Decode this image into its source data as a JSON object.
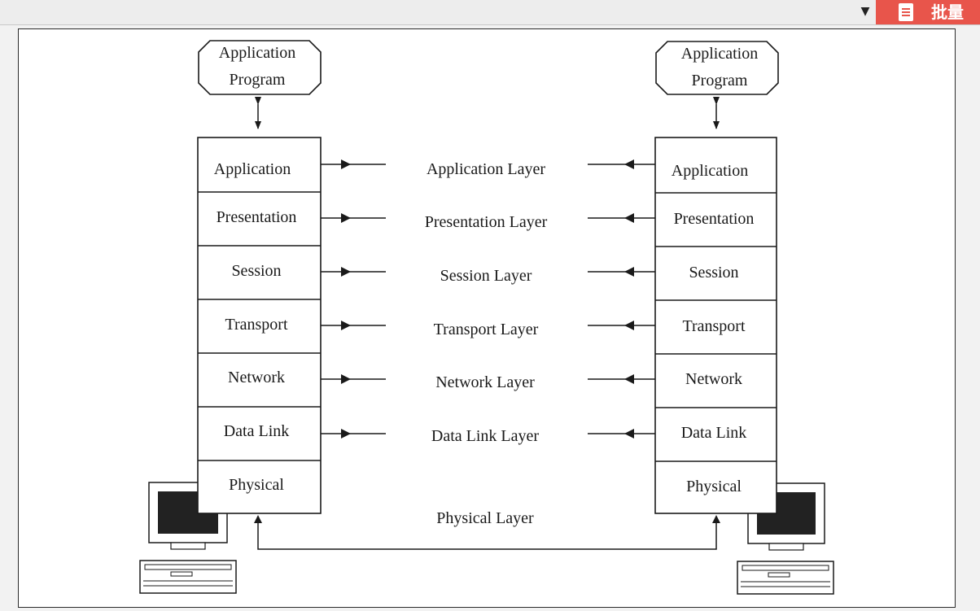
{
  "toolbar": {
    "dropdown_icon": "caret-down-icon",
    "batch_button_label": "批量",
    "batch_button_icon": "document-icon",
    "batch_button_color": "#e8554b"
  },
  "diagram": {
    "left_program": [
      "Application",
      "Program"
    ],
    "right_program": [
      "Application",
      "Program"
    ],
    "left_stack": [
      "Application",
      "Presentation",
      "Session",
      "Transport",
      "Network",
      "Data Link",
      "Physical"
    ],
    "right_stack": [
      "Application",
      "Presentation",
      "Session",
      "Transport",
      "Network",
      "Data Link",
      "Physical"
    ],
    "peer_layers": [
      "Application Layer",
      "Presentation Layer",
      "Session Layer",
      "Transport Layer",
      "Network Layer",
      "Data Link Layer",
      "Physical Layer"
    ]
  }
}
